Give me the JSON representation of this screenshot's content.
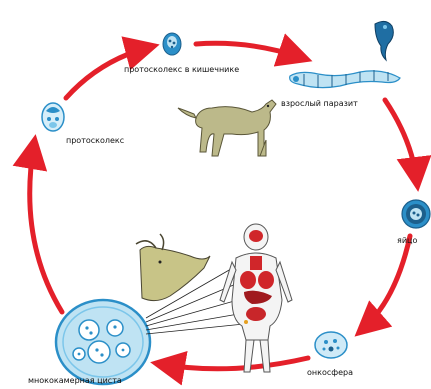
{
  "labels": {
    "protoscolex_intestine": "протосколекс в кишечнике",
    "adult_parasite": "взрослый паразит",
    "protoscolex": "протосколекс",
    "egg": "яйцо",
    "oncosphere": "онкосфера",
    "multilocular_cyst": "мнококамерная циста"
  },
  "colors": {
    "cycle_arrow": "#e4202a",
    "stage_blue": "#2b8fc8",
    "dark_blue": "#1c5f8c",
    "light_blue": "#bfe3f3",
    "dog": "#bcb98a",
    "cow": "#c8c487",
    "organs_red": "#d0262a",
    "outline": "#222222"
  },
  "icons": {
    "definitive_host": "dog-icon",
    "intermediate_host": "cow-head-icon",
    "human_body": "human-anatomy-icon"
  }
}
